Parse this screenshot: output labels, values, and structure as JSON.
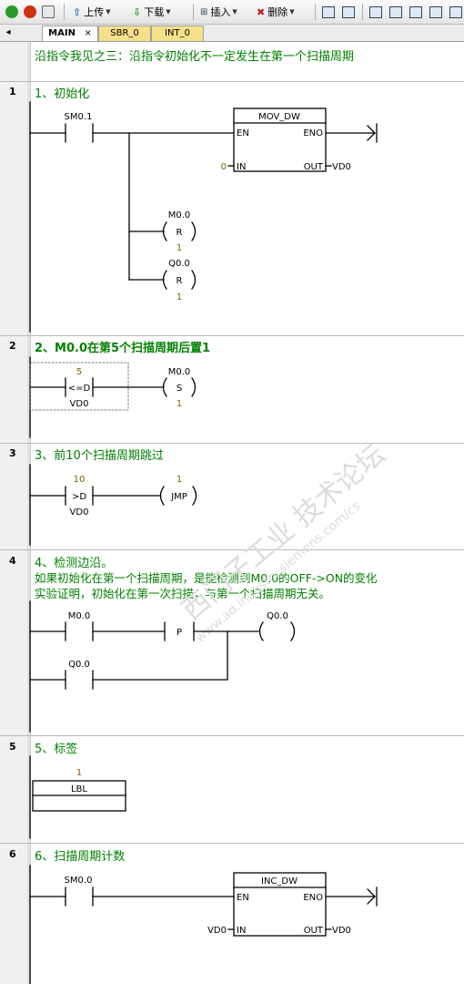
{
  "toolbar": {
    "upload": "上传",
    "download": "下载",
    "insert": "插入",
    "delete": "删除"
  },
  "tabs": [
    {
      "label": "MAIN",
      "active": true
    },
    {
      "label": "SBR_0",
      "active": false
    },
    {
      "label": "INT_0",
      "active": false
    }
  ],
  "program_comment": "沿指令我见之三：沿指令初始化不一定发生在第一个扫描周期",
  "networks": [
    {
      "number": "1",
      "title": "1、初始化",
      "contact": {
        "address": "SM0.1"
      },
      "box": {
        "name": "MOV_DW",
        "en": "EN",
        "eno": "ENO",
        "in_label": "IN",
        "out_label": "OUT",
        "in_value": "0",
        "out_value": "VD0"
      },
      "coils": [
        {
          "address": "M0.0",
          "type": "R",
          "count": "1"
        },
        {
          "address": "Q0.0",
          "type": "R",
          "count": "1"
        }
      ]
    },
    {
      "number": "2",
      "title": "2、M0.0在第5个扫描周期后置1",
      "compare": {
        "top": "5",
        "op": "<=D",
        "bottom": "VD0"
      },
      "coil": {
        "address": "M0.0",
        "type": "S",
        "count": "1"
      }
    },
    {
      "number": "3",
      "title": "3、前10个扫描周期跳过",
      "compare": {
        "top": "10",
        "op": ">D",
        "bottom": "VD0"
      },
      "coil": {
        "value": "1",
        "type": "JMP"
      }
    },
    {
      "number": "4",
      "title": "4、检测边沿。",
      "line2": "如果初始化在第一个扫描周期，是能检测到M0.0的OFF->ON的变化",
      "line3": "实验证明，初始化在第一次扫描，与第一个扫描周期无关。",
      "contact1": "M0.0",
      "edge": "P",
      "contact2": "Q0.0",
      "coil": "Q0.0"
    },
    {
      "number": "5",
      "title": "5、标签",
      "label": {
        "value": "1",
        "name": "LBL"
      }
    },
    {
      "number": "6",
      "title": "6、扫描周期计数",
      "contact": {
        "address": "SM0.0"
      },
      "box": {
        "name": "INC_DW",
        "en": "EN",
        "eno": "ENO",
        "in_label": "IN",
        "out_label": "OUT",
        "in_value": "VD0",
        "out_value": "VD0"
      }
    }
  ],
  "watermark": {
    "line1": "西门子工业 技术论坛",
    "line2": "www.ad.industry.siemens.com/cs"
  },
  "colors": {
    "comment": "#008000",
    "value": "#806000",
    "wire": "#000000"
  }
}
